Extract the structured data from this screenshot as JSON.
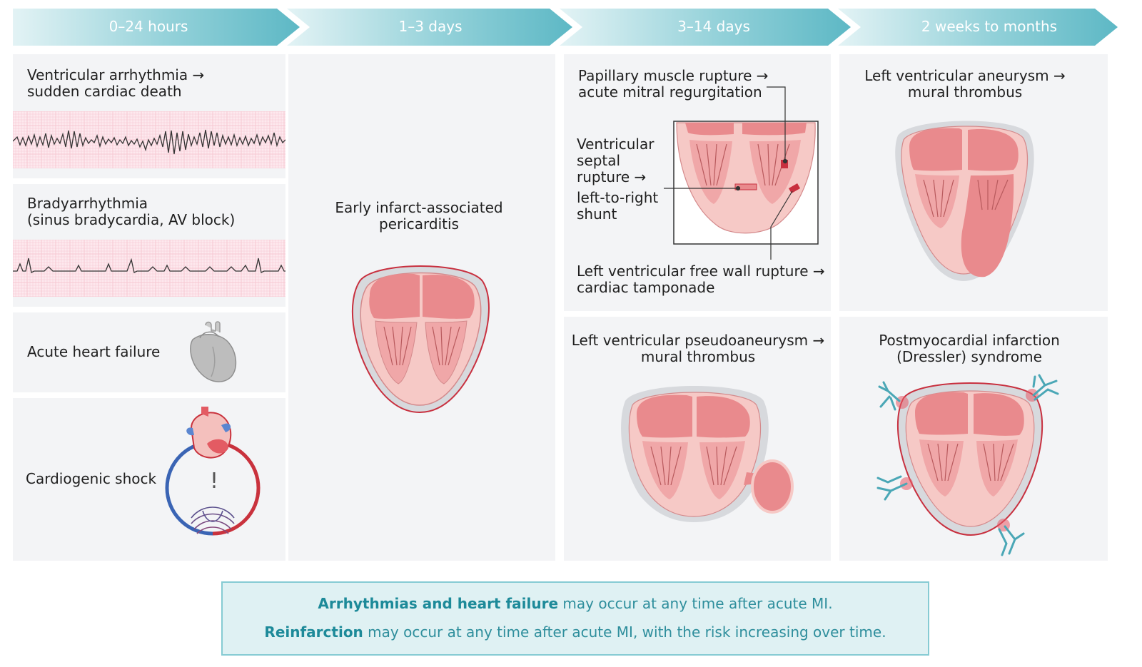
{
  "timeline": {
    "stages": [
      "0–24 hours",
      "1–3 days",
      "3–14 days",
      "2 weeks to months"
    ]
  },
  "col1": {
    "ventricular": [
      "Ventricular arrhythmia →",
      "sudden cardiac death"
    ],
    "brady": [
      "Bradyarrhythmia",
      "(sinus bradycardia, AV block)"
    ],
    "ahf": "Acute heart failure",
    "shock": "Cardiogenic shock",
    "shock_mark": "!"
  },
  "col2": {
    "pericarditis": [
      "Early infarct-associated",
      "pericarditis"
    ]
  },
  "col3": {
    "papillary": [
      "Papillary muscle rupture →",
      "acute mitral regurgitation"
    ],
    "septal": [
      "Ventricular",
      "septal",
      "rupture →",
      "left-to-right",
      "shunt"
    ],
    "freewall": [
      "Left ventricular free wall rupture →",
      "cardiac tamponade"
    ],
    "pseudo": [
      "Left ventricular pseudoaneurysm →",
      "mural thrombus"
    ]
  },
  "col4": {
    "aneurysm": [
      "Left ventricular aneurysm →",
      "mural thrombus"
    ],
    "dressler": [
      "Postmyocardial infarction",
      "(Dressler) syndrome"
    ]
  },
  "note": {
    "line1_bold": "Arrhythmias and heart failure",
    "line1_rest": " may occur at any time after acute MI.",
    "line2_bold": "Reinfarction",
    "line2_rest": " may occur at any time after acute MI, with the risk increasing over time."
  },
  "colors": {
    "banner_light": "#e3f3f5",
    "banner_dark": "#5db8c5",
    "myocardium": "#f6c9c6",
    "chamber": "#e98a8d",
    "pericardium": "#d5d8dd",
    "infarct": "#c8303f",
    "ecg_trace": "#333333",
    "ecg_grid": "#f6c7d2"
  }
}
